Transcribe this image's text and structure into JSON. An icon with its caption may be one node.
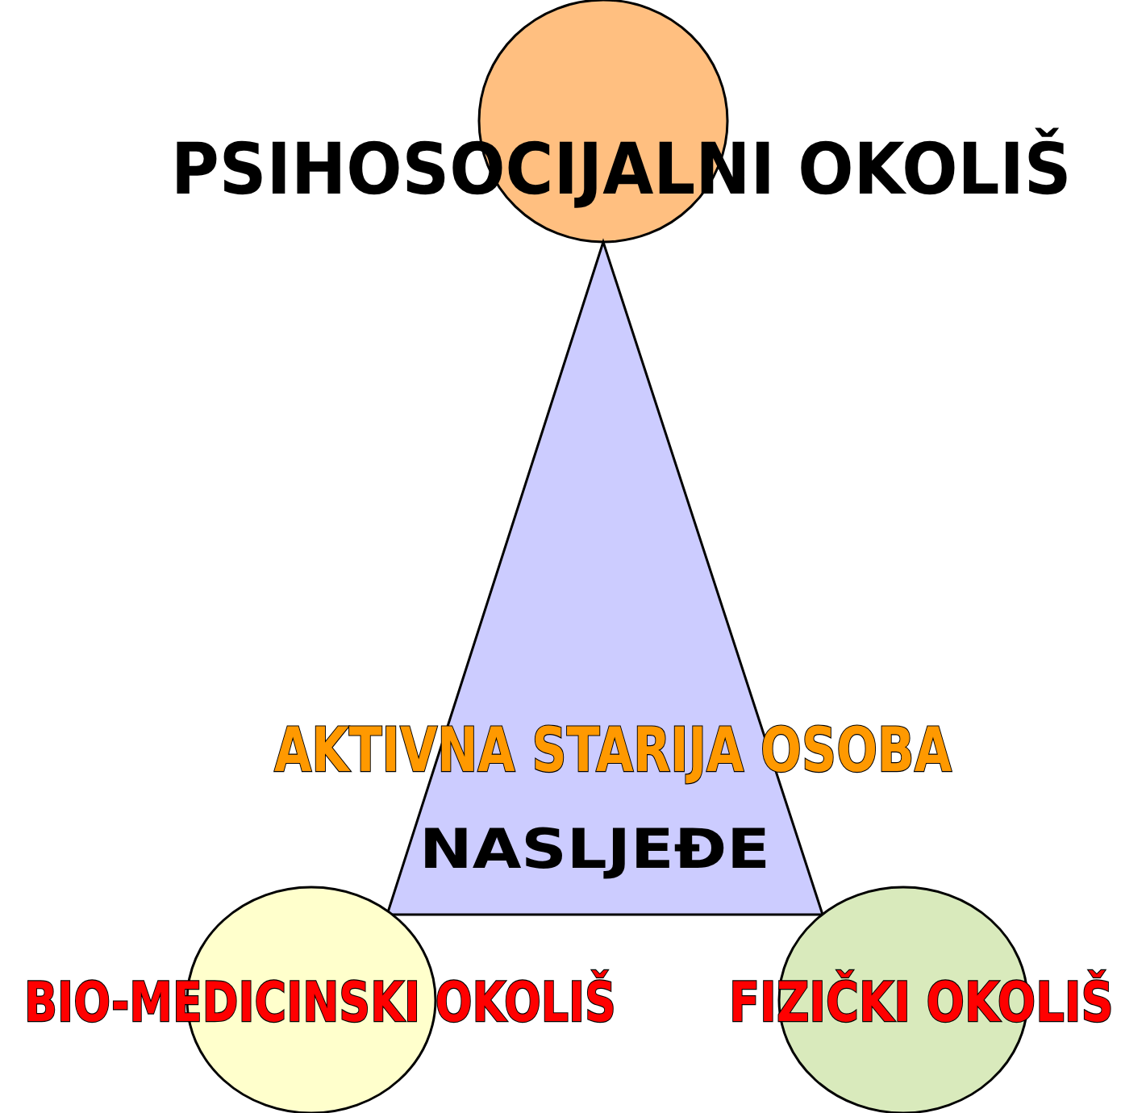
{
  "diagram": {
    "nodes": [
      {
        "text": [
          "PSIHOSOCIJALNI OKOLIŠ"
        ]
      },
      {
        "text": [
          "AKTIVNA STARIJA OSOBA",
          "NASLJEĐE"
        ]
      },
      {
        "text": [
          "BIO-MEDICINSKI OKOLIŠ"
        ]
      },
      {
        "text": [
          "FIZIČKI OKOLIŠ"
        ]
      }
    ]
  }
}
